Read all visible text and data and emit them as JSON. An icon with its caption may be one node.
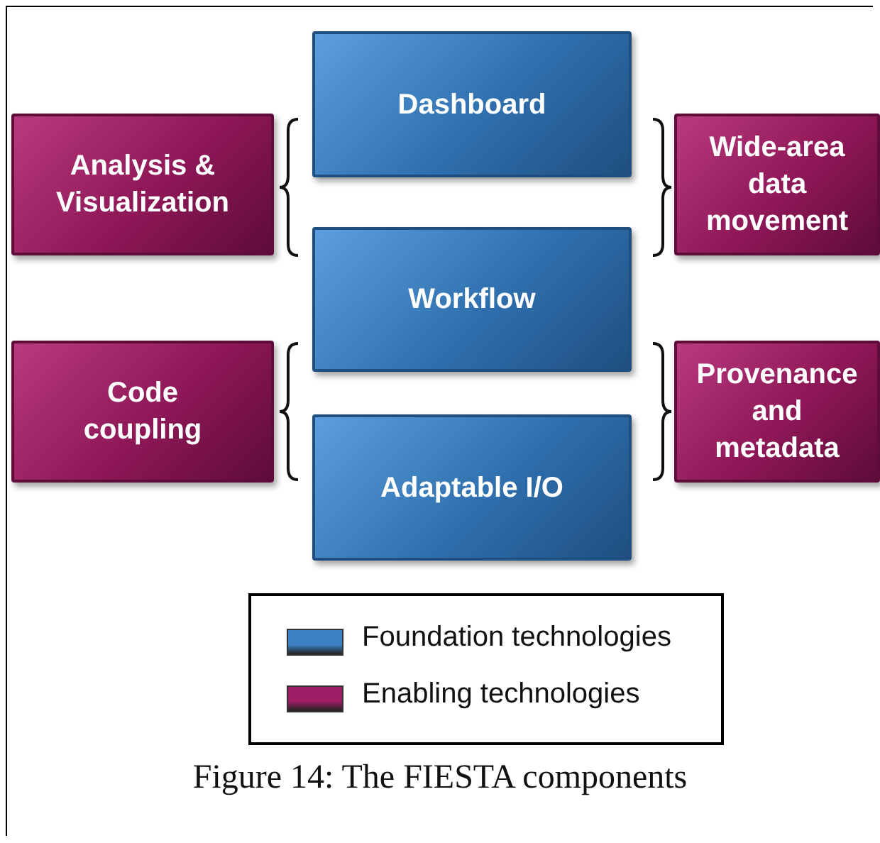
{
  "diagram": {
    "caption": "Figure 14: The FIESTA components",
    "nodes": [
      {
        "text": [
          "Dashboard"
        ]
      },
      {
        "text": [
          "Analysis & Visualization"
        ]
      },
      {
        "text": [
          "Wide-area data movement"
        ]
      },
      {
        "text": [
          "Workflow"
        ]
      },
      {
        "text": [
          "Code coupling"
        ]
      },
      {
        "text": [
          "Provenance and metadata"
        ]
      },
      {
        "text": [
          "Adaptable I/O"
        ]
      }
    ],
    "edges": [],
    "legend": [
      {
        "text": "Foundation technologies",
        "color": "#3a80c4"
      },
      {
        "text": "Enabling technologies",
        "color": "#9c1d63"
      }
    ]
  }
}
